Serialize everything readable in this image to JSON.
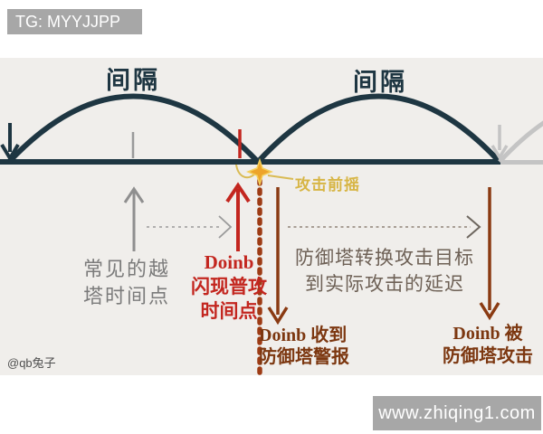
{
  "header": {
    "badge_text": "TG: MYYJJPP"
  },
  "footer": {
    "badge_text": "www.zhiqing1.com",
    "watermark_text": "@qb兔子"
  },
  "diagram": {
    "interval_label_left": "间隔",
    "interval_label_right": "间隔",
    "attack_windup_label": "攻击前摇",
    "common_dive_time": {
      "line1": "常见的越",
      "line2": "塔时间点"
    },
    "doinb_flash_attack_time": {
      "line1": "Doinb",
      "line2": "闪现普攻",
      "line3": "时间点"
    },
    "tower_retarget_delay": {
      "line1": "防御塔转换攻击目标",
      "line2": "到实际攻击的延迟"
    },
    "doinb_receives_alert": {
      "line1": "Doinb 收到",
      "line2": "防御塔警报"
    },
    "doinb_attacked_by_tower": {
      "line1": "Doinb 被",
      "line2": "防御塔攻击"
    },
    "colors": {
      "badge_bg": "#a7a7a7",
      "diagram_bg": "#f0eeeb",
      "arc_dark": "#1e3642",
      "arc_light": "#c4c4c4",
      "gray_arrow": "#8f8f8f",
      "gray_text": "#7b7b7b",
      "red_accent": "#c3261f",
      "dotted_line": "#9e3c15",
      "brown_arrow": "#8a3a12",
      "brown_text": "#7c3710",
      "delay_text": "#6e6156",
      "gold": "#d7b544",
      "star_fill": "#eda42a"
    }
  }
}
